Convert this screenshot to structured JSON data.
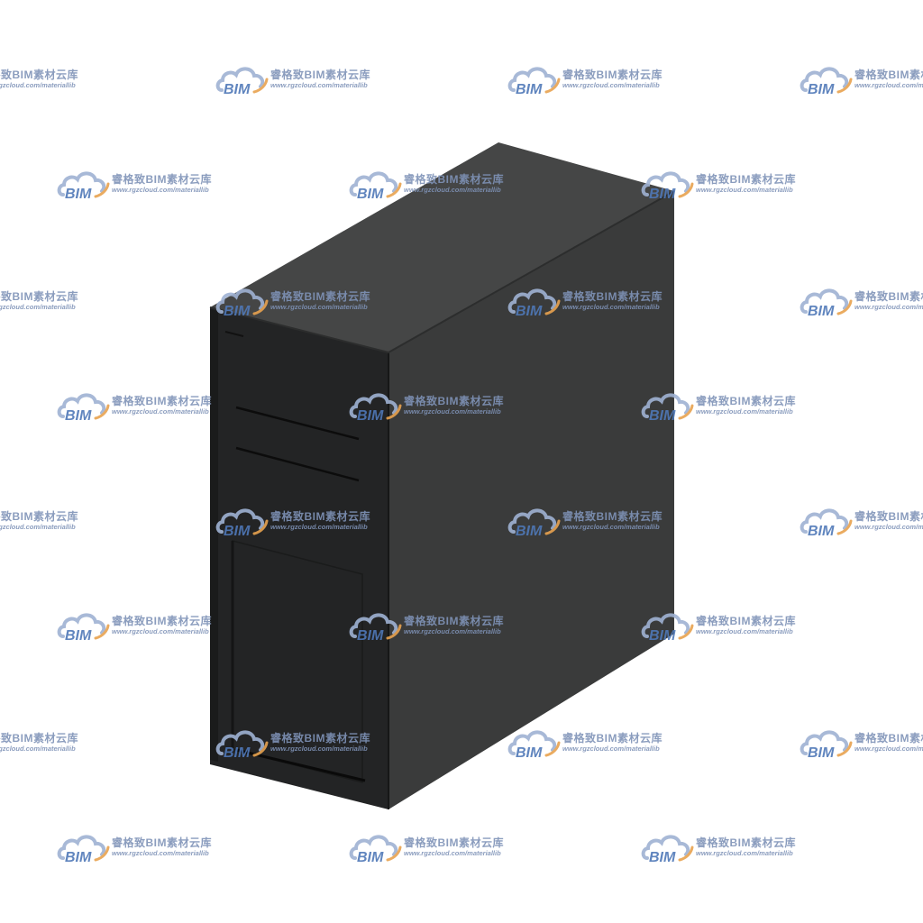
{
  "scene": {
    "subject": "server-cabinet",
    "colors": {
      "background": "#ffffff",
      "front_face": "#232425",
      "side_face": "#3a3b3b",
      "top_face": "#454646",
      "edge_dark": "#151616",
      "groove": "#0c0c0c",
      "highlight": "#4b4c4c"
    }
  },
  "watermark": {
    "logo_text": "BIM",
    "name": "睿格致BIM素材云库",
    "url": "www.rgzcloud.com/materiallib",
    "colors": {
      "cloud": "#9fb2d3",
      "logo_text": "#4f78b8",
      "arc": "#e8a34f",
      "text": "#7f93b8"
    }
  }
}
